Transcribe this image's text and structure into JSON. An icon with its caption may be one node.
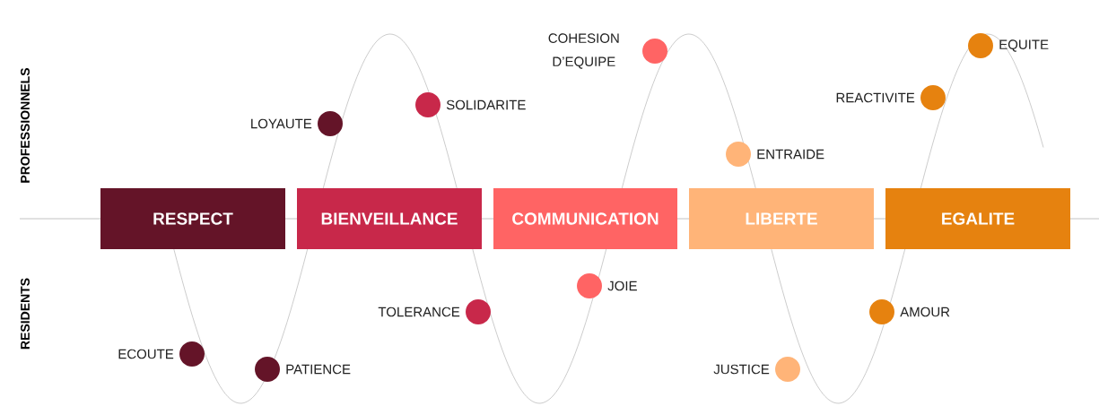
{
  "diagram": {
    "nodes": [
      {
        "text": [
          "RESPECT"
        ]
      },
      {
        "text": [
          "BIENVEILLANCE"
        ]
      },
      {
        "text": [
          "COMMUNICATION"
        ]
      },
      {
        "text": [
          "LIBERTE"
        ]
      },
      {
        "text": [
          "EGALITE"
        ]
      },
      {
        "text": [],
        "shape": "circle",
        "beside": [
          "ECOUTE"
        ]
      },
      {
        "text": [],
        "shape": "circle",
        "beside": [
          "PATIENCE"
        ]
      },
      {
        "text": [],
        "shape": "circle",
        "beside": [
          "LOYAUTE"
        ]
      },
      {
        "text": [],
        "shape": "circle",
        "beside": [
          "SOLIDARITE"
        ]
      },
      {
        "text": [],
        "shape": "circle",
        "beside": [
          "TOLERANCE"
        ]
      },
      {
        "text": [],
        "shape": "circle",
        "beside": [
          "JOIE"
        ]
      },
      {
        "text": [],
        "shape": "circle",
        "beside": [
          "COHESION D’EQUIPE"
        ]
      },
      {
        "text": [],
        "shape": "circle",
        "beside": [
          "ENTRAIDE"
        ]
      },
      {
        "text": [],
        "shape": "circle",
        "beside": [
          "JUSTICE"
        ]
      },
      {
        "text": [],
        "shape": "circle",
        "beside": [
          "AMOUR"
        ]
      },
      {
        "text": [],
        "shape": "circle",
        "beside": [
          "REACTIVITE"
        ]
      },
      {
        "text": [],
        "shape": "circle",
        "beside": [
          "EQUITE"
        ]
      }
    ],
    "labels": [
      "PROFESSIONNELS",
      "RESIDENTS"
    ]
  }
}
